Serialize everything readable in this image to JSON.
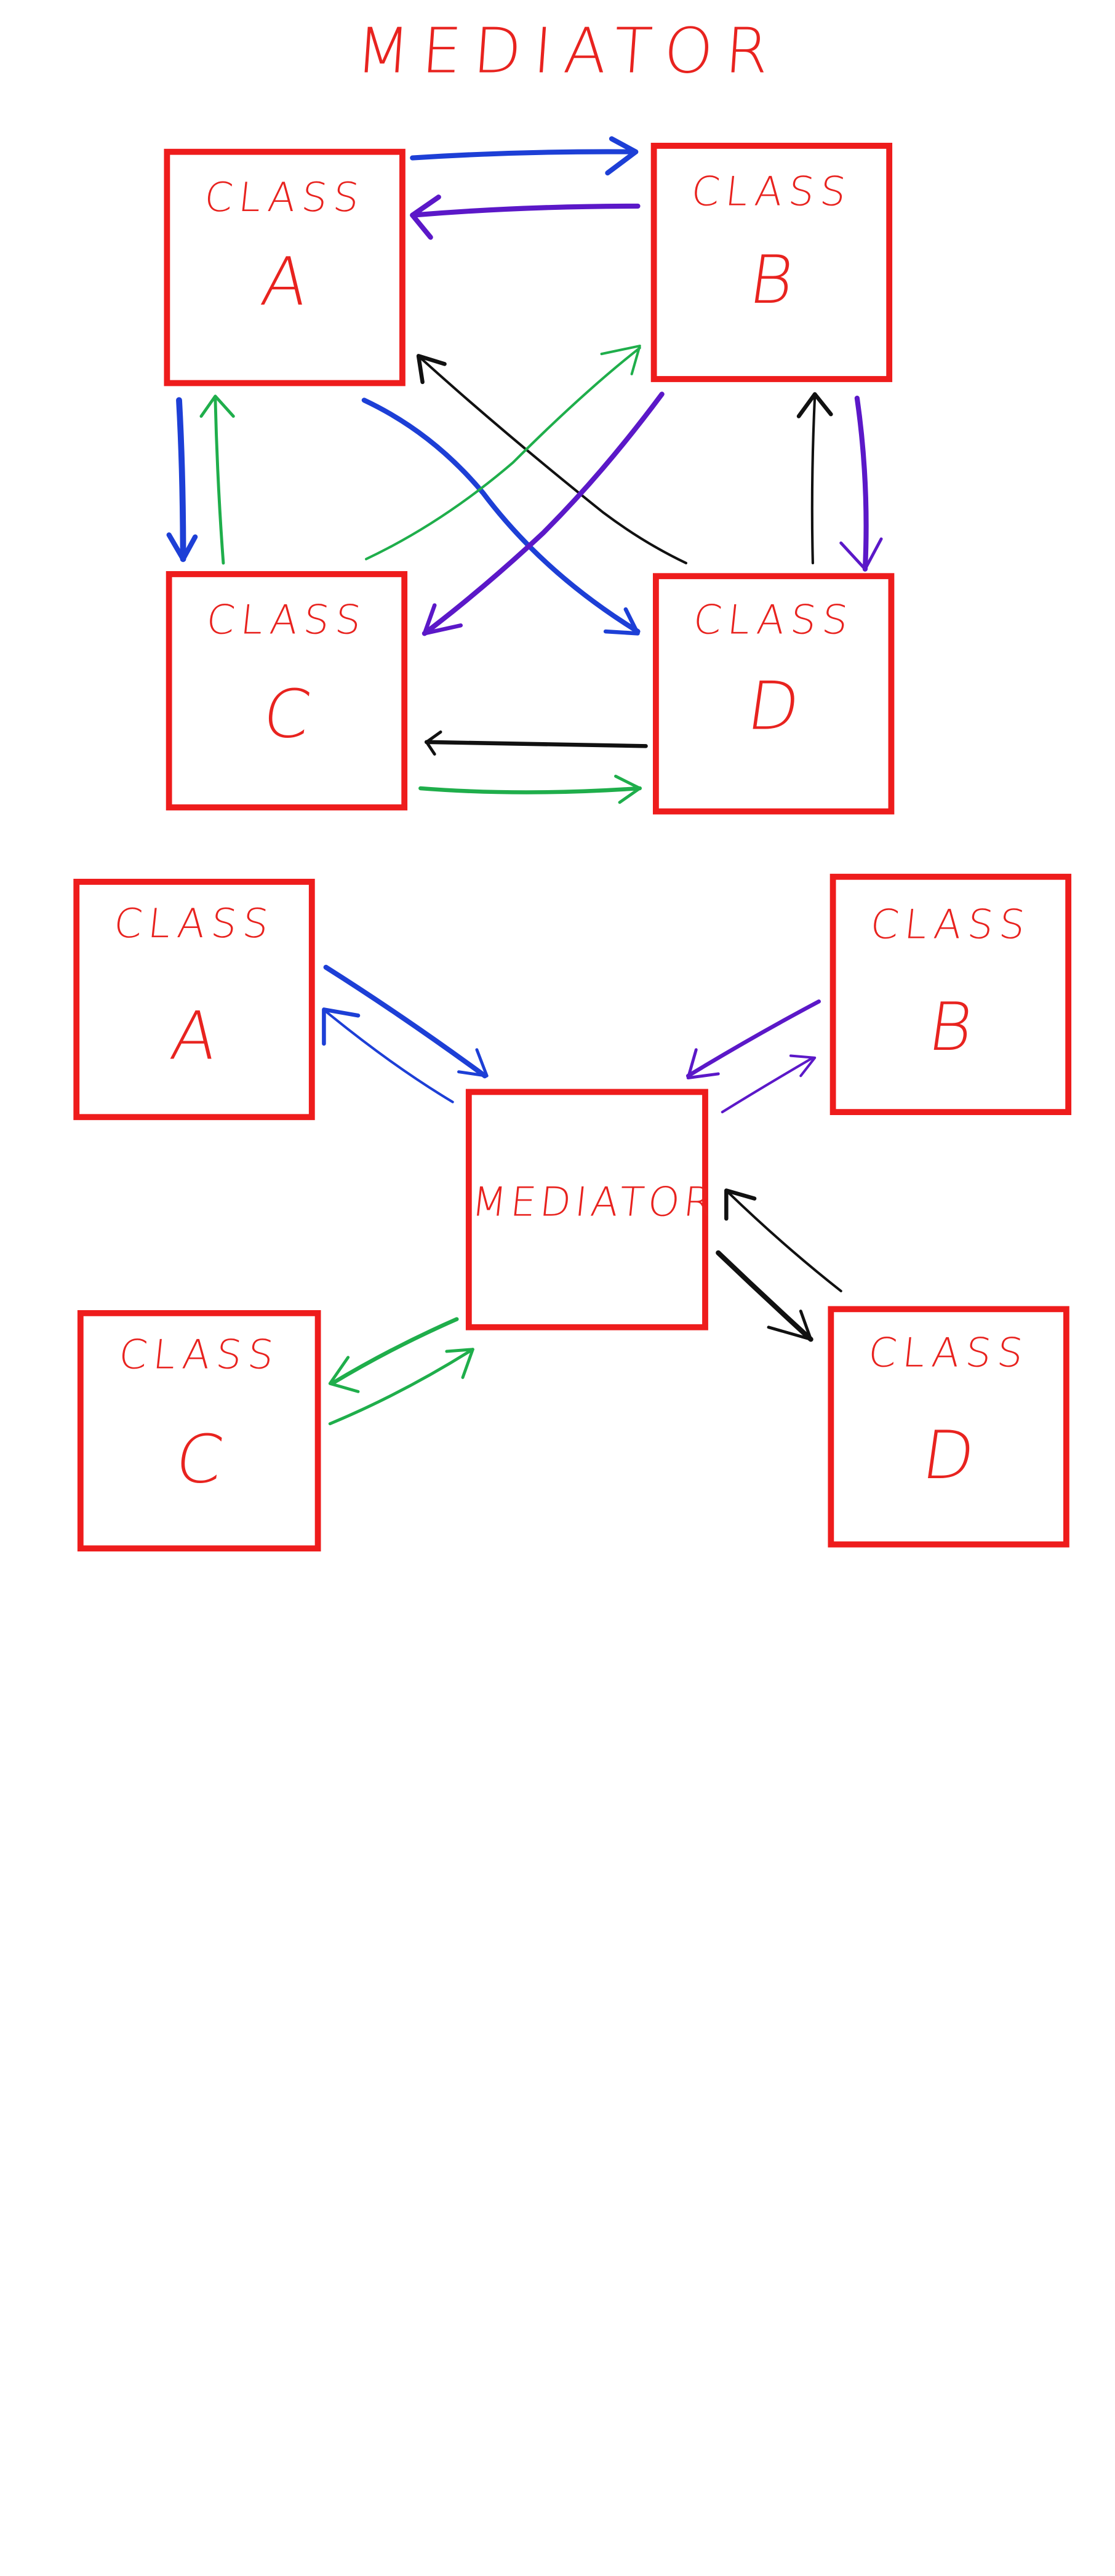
{
  "title": "MEDIATOR",
  "colors": {
    "box": "#ee1c1c",
    "text": "#e8231f",
    "blue": "#1d3fd6",
    "purple": "#5b18c8",
    "green": "#1fae4b",
    "black": "#111111"
  },
  "top_diagram": {
    "boxes": [
      {
        "key": "a",
        "class_label": "CLASS",
        "letter": "A"
      },
      {
        "key": "b",
        "class_label": "CLASS",
        "letter": "B"
      },
      {
        "key": "c",
        "class_label": "CLASS",
        "letter": "C"
      },
      {
        "key": "d",
        "class_label": "CLASS",
        "letter": "D"
      }
    ]
  },
  "bottom_diagram": {
    "boxes": [
      {
        "key": "a",
        "class_label": "CLASS",
        "letter": "A"
      },
      {
        "key": "b",
        "class_label": "CLASS",
        "letter": "B"
      },
      {
        "key": "c",
        "class_label": "CLASS",
        "letter": "C"
      },
      {
        "key": "d",
        "class_label": "CLASS",
        "letter": "D"
      }
    ],
    "mediator_label": "MEDIATOR"
  }
}
